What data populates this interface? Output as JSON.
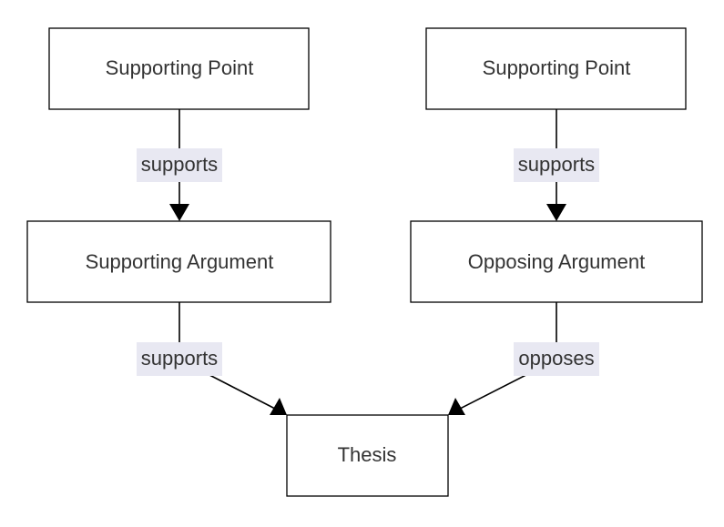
{
  "nodes": {
    "supporting_point_left": {
      "label": "Supporting Point"
    },
    "supporting_point_right": {
      "label": "Supporting Point"
    },
    "supporting_argument": {
      "label": "Supporting Argument"
    },
    "opposing_argument": {
      "label": "Opposing Argument"
    },
    "thesis": {
      "label": "Thesis"
    }
  },
  "edges": {
    "point_left_to_supporting_argument": {
      "label": "supports"
    },
    "point_right_to_opposing_argument": {
      "label": "supports"
    },
    "supporting_argument_to_thesis": {
      "label": "supports"
    },
    "opposing_argument_to_thesis": {
      "label": "opposes"
    }
  },
  "colors": {
    "node_fill": "#ffffff",
    "node_stroke": "#000000",
    "text": "#333333",
    "edge_label_background": "#e8e8f2",
    "edge": "#000000"
  }
}
